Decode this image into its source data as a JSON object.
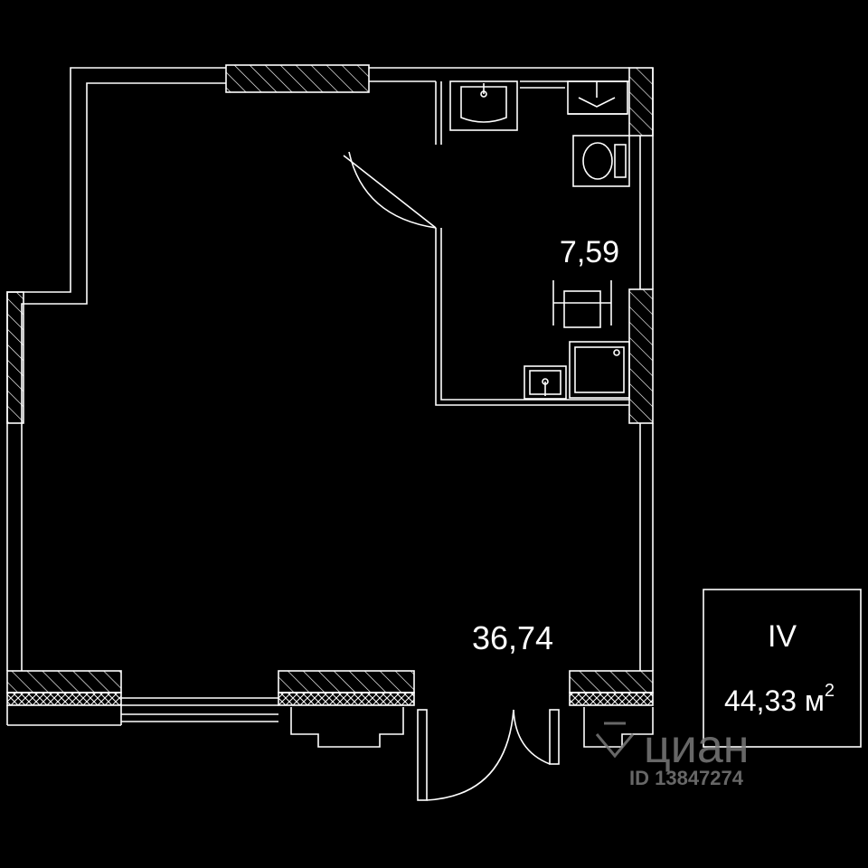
{
  "rooms": {
    "bathroom_area": "7,59",
    "main_area": "36,74"
  },
  "info_box": {
    "apartment_number": "IV",
    "total_area": "44,33 м",
    "area_unit_exponent": "2"
  },
  "watermark": {
    "brand": "циан",
    "listing_id": "ID 13847274"
  },
  "colors": {
    "background": "#000000",
    "lines": "#ffffff",
    "watermark": "#7a7a7a"
  }
}
